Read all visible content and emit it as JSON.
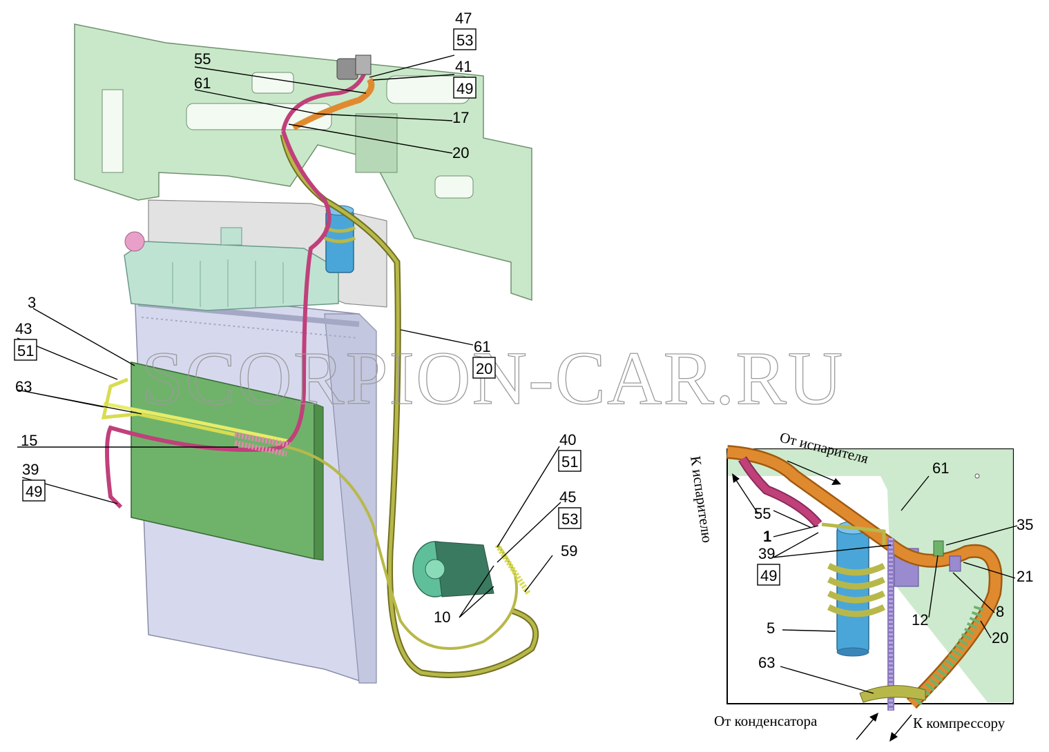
{
  "watermark": "SCORPION-CAR.RU",
  "main_labels": {
    "l47": "47",
    "l53a": "53",
    "l41": "41",
    "l49a": "49",
    "l55": "55",
    "l61a": "61",
    "l17": "17",
    "l20a": "20",
    "l3": "3",
    "l43": "43",
    "l51a": "51",
    "l63": "63",
    "l15": "15",
    "l39": "39",
    "l49b": "49",
    "l61b": "61",
    "l20b": "20",
    "l40": "40",
    "l51b": "51",
    "l45": "45",
    "l53b": "53",
    "l59": "59",
    "l10": "10"
  },
  "inset_labels": {
    "l61": "61",
    "l55": "55",
    "l1": "1",
    "l39": "39",
    "l49": "49",
    "l35": "35",
    "l21": "21",
    "l8": "8",
    "l12": "12",
    "l20": "20",
    "l5": "5",
    "l63": "63"
  },
  "inset_text": {
    "from_evaporator": "От испарителя",
    "to_evaporator": "К испарителю",
    "from_condenser": "От конденсатора",
    "to_compressor": "К компрессору"
  },
  "colors": {
    "panel": "#c9e8c9",
    "radiator": "#d6d9ee",
    "condenser": "#6fb36a",
    "tank": "#bfe3d3",
    "hose_olive": "#b8b84a",
    "hose_yellow": "#e8ec6a",
    "hose_pink": "#c0407a",
    "hose_orange": "#e08a30",
    "receiver": "#4aa6d8"
  }
}
